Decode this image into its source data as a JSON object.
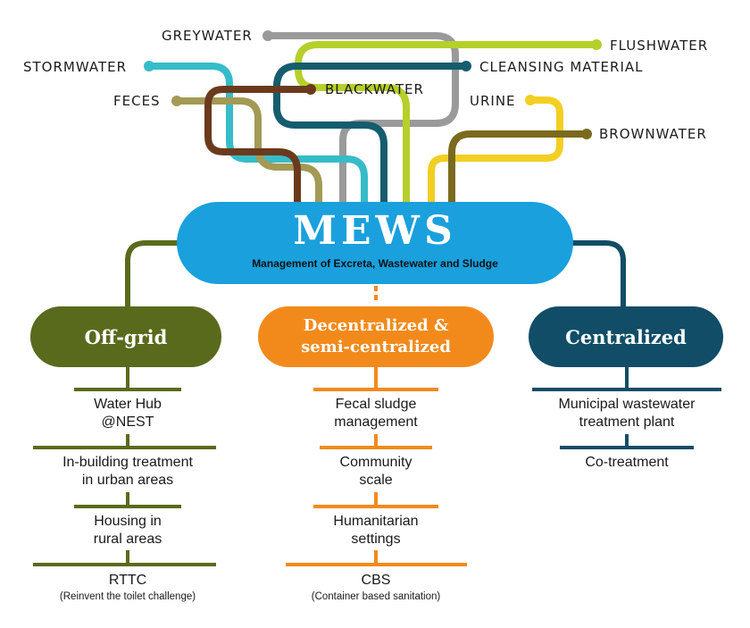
{
  "colors": {
    "greywater": "#9a9a9a",
    "flushwater": "#b6cf2a",
    "stormwater": "#36bcc9",
    "cleansing_material": "#155d6e",
    "feces": "#a39a55",
    "blackwater": "#6b3a1d",
    "urine": "#f2cf22",
    "brownwater": "#7b6a1e",
    "hub": "#1aa0dd",
    "offgrid": "#5a6a1c",
    "decentralized": "#f28a1b",
    "centralized": "#114d66"
  },
  "inputs": {
    "greywater": "GREYWATER",
    "flushwater": "FLUSHWATER",
    "stormwater": "STORMWATER",
    "cleansing_material": "CLEANSING MATERIAL",
    "feces": "FECES",
    "blackwater": "BLACKWATER",
    "urine": "URINE",
    "brownwater": "BROWNWATER"
  },
  "hub": {
    "title": "MEWS",
    "subtitle": "Management of Excreta, Wastewater and Sludge"
  },
  "branches": {
    "offgrid": {
      "title": "Off-grid",
      "items": [
        "Water Hub\n@NEST",
        "In-building treatment\nin urban areas",
        "Housing in\nrural areas",
        "RTTC"
      ],
      "note": "(Reinvent the toilet challenge)"
    },
    "decentralized": {
      "title": "Decentralized &\nsemi-centralized",
      "items": [
        "Fecal sludge\nmanagement",
        "Community\nscale",
        "Humanitarian\nsettings",
        "CBS"
      ],
      "note": "(Container based sanitation)"
    },
    "centralized": {
      "title": "Centralized",
      "items": [
        "Municipal wastewater\ntreatment plant",
        "Co-treatment"
      ]
    }
  }
}
